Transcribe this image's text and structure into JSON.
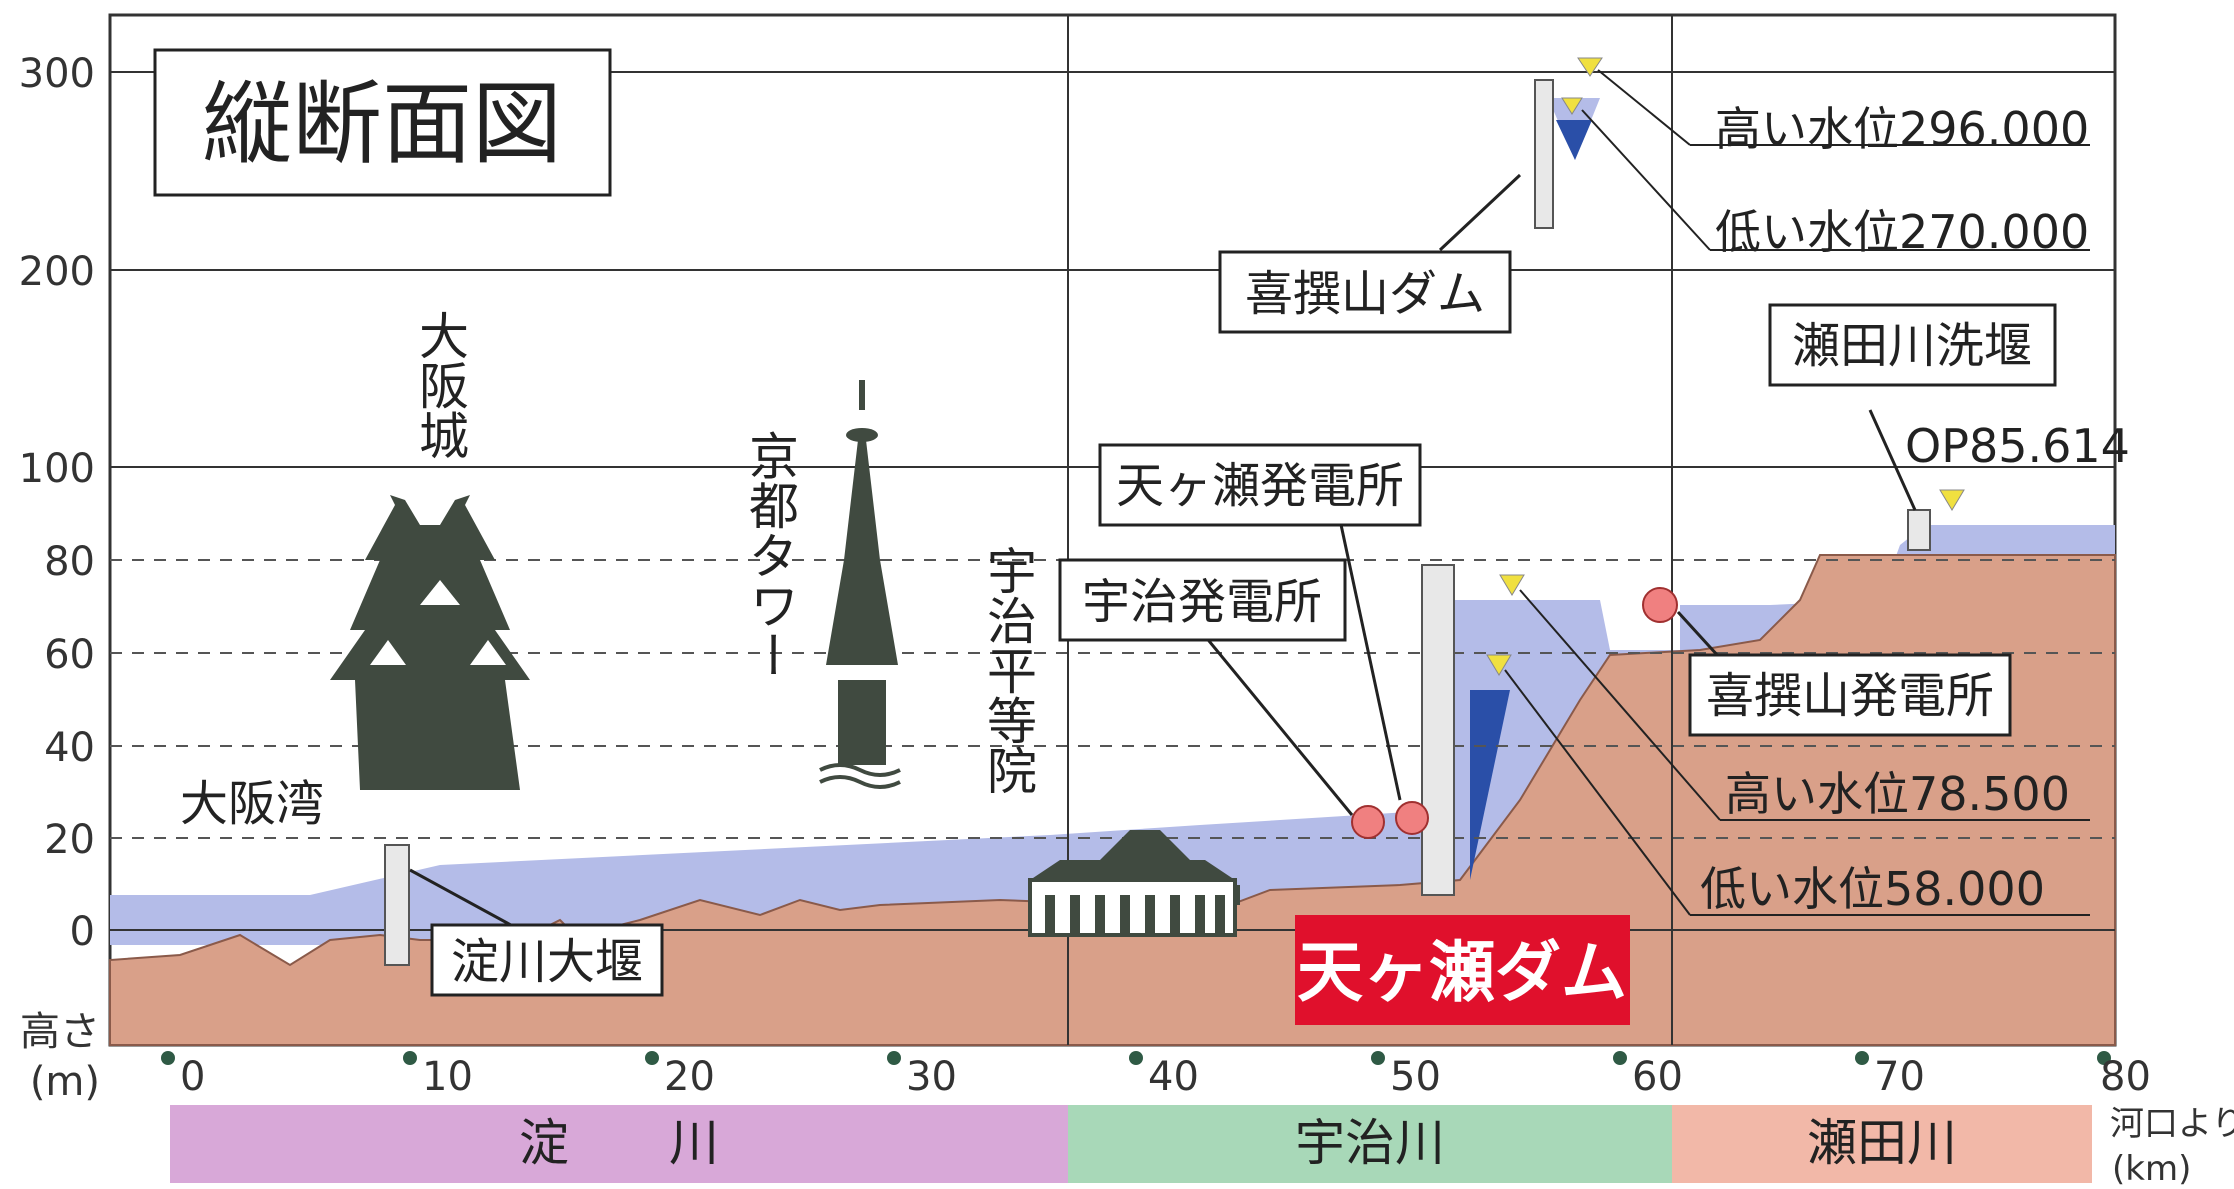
{
  "title": "縦断面図",
  "y_axis": {
    "ticks": [
      "300",
      "200",
      "100",
      "80",
      "60",
      "40",
      "20",
      "0"
    ],
    "label_top": "高さ",
    "label_unit": "(m)"
  },
  "x_axis": {
    "ticks": [
      "0",
      "10",
      "20",
      "30",
      "40",
      "50",
      "60",
      "70",
      "80"
    ],
    "label_top": "河口より",
    "label_unit": "(km)"
  },
  "rivers": [
    {
      "name": "淀　　川",
      "color": "#d8a8d8"
    },
    {
      "name": "宇治川",
      "color": "#a8d8b8"
    },
    {
      "name": "瀬田川",
      "color": "#f2b8a8"
    }
  ],
  "landmarks": {
    "osaka_castle": "大阪城",
    "kyoto_tower": "京都タワー",
    "byodoin": "宇治平等院",
    "osaka_bay": "大阪湾",
    "yodogawa_weir": "淀川大堰",
    "amagase_dam": "天ヶ瀬ダム"
  },
  "callouts": {
    "kisenyama_dam": "喜撰山ダム",
    "amagase_plant": "天ヶ瀬発電所",
    "uji_plant": "宇治発電所",
    "seta_weir": "瀬田川洗堰",
    "seta_level": "OP85.614",
    "kisenyama_plant": "喜撰山発電所"
  },
  "levels": {
    "kisen_high": "高い水位296.000",
    "kisen_low": "低い水位270.000",
    "amagase_high": "高い水位78.500",
    "amagase_low": "低い水位58.000"
  },
  "colors": {
    "water": "#b4bce8",
    "water_deep": "#2a4fa8",
    "ground": "#d9a089",
    "structure": "#404a40",
    "dam_label_bg": "#e0102c",
    "marker": "#f0e040",
    "plant": "#f08080"
  }
}
